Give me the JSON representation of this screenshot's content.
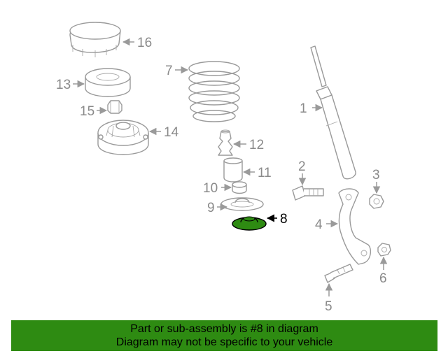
{
  "callouts": {
    "c1": "1",
    "c2": "2",
    "c3": "3",
    "c4": "4",
    "c5": "5",
    "c6": "6",
    "c7": "7",
    "c8": "8",
    "c9": "9",
    "c10": "10",
    "c11": "11",
    "c12": "12",
    "c13": "13",
    "c14": "14",
    "c15": "15",
    "c16": "16"
  },
  "highlight": {
    "part": "8",
    "color": "#2e8b12"
  },
  "banner": {
    "color": "#2e8b12",
    "line1": "Part or sub-assembly is #8 in diagram",
    "line2": "Diagram may not be specific to your vehicle"
  }
}
